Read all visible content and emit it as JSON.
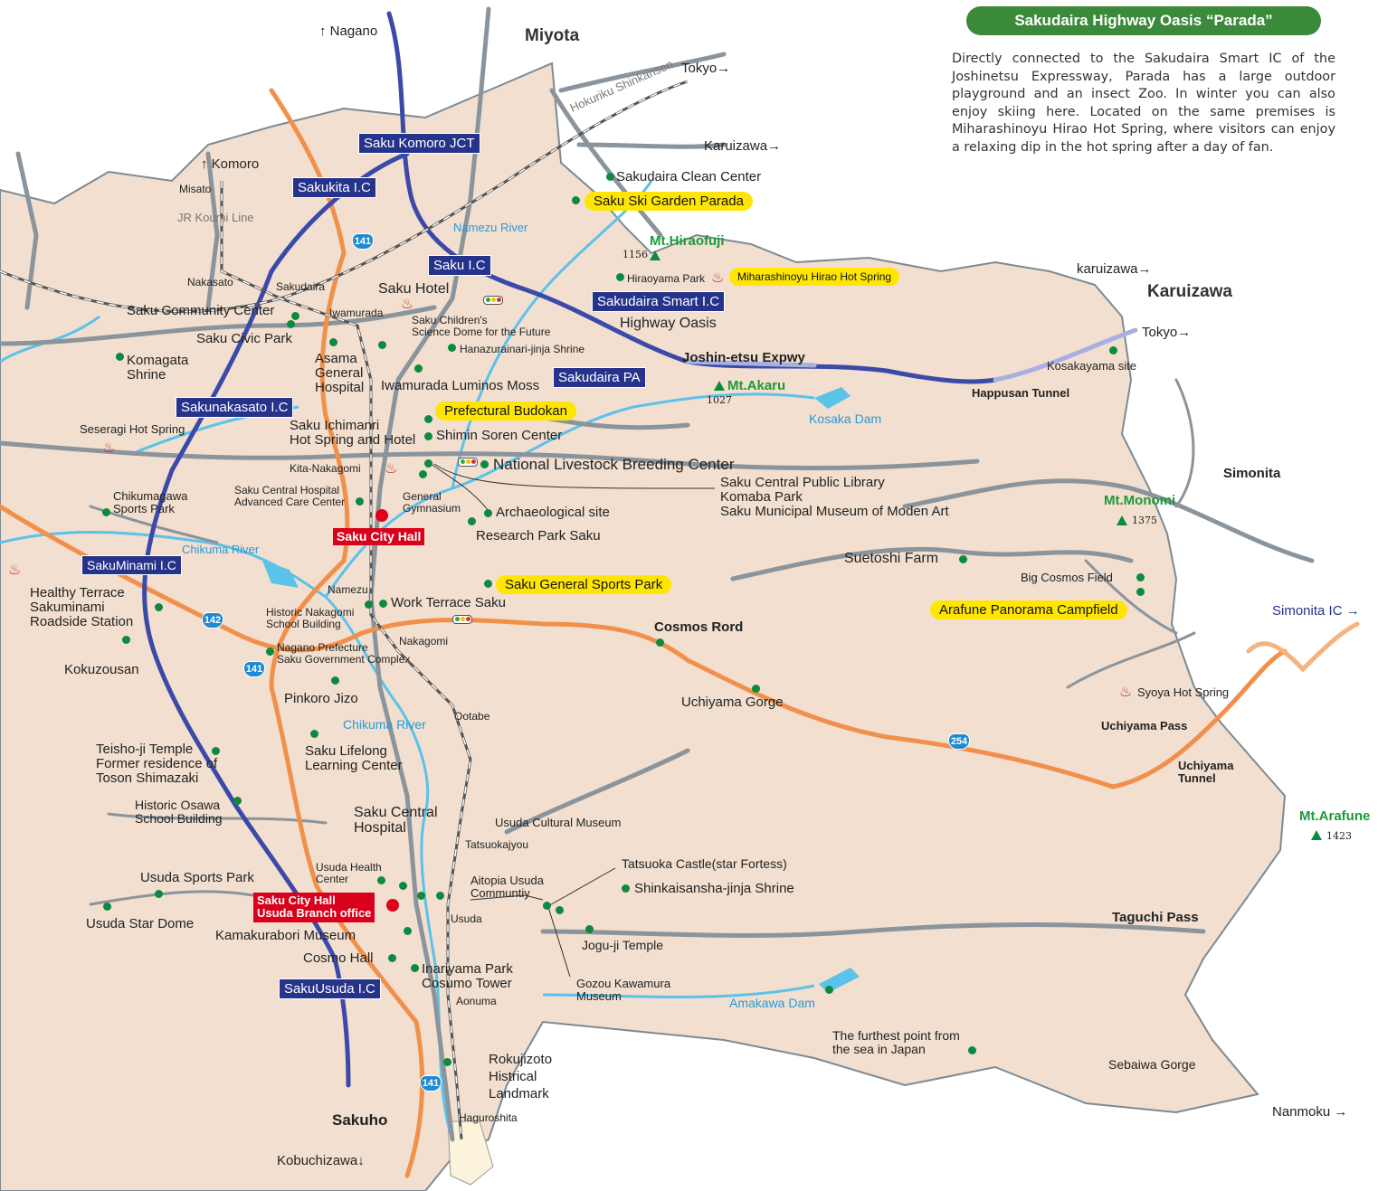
{
  "colors": {
    "land": "#f2dfcf",
    "river": "#5bc2ea",
    "road_major": "#8a949c",
    "national_route": "#f0904a",
    "expressway": "#3b4aa8",
    "ic_box": "#26338a",
    "highlight": "#ffe600",
    "poi_dot": "#0c8a3e",
    "city_hall": "#d9001b",
    "banner": "#3b8a3b"
  },
  "info_box": {
    "title": "Sakudaira Highway Oasis “Parada”",
    "text": "Directly connected to the Sakudaira Smart IC of the Joshinetsu Expressway, Parada has a large outdoor playground and an insect Zoo. In winter you can also enjoy skiing here. Located on the same premises is Miharashinoyu Hirao Hot Spring, where visitors can enjoy a relaxing dip in the hot spring after a day of fan."
  },
  "regions": {
    "miyota": "Miyota",
    "karuizawa": "Karuizawa",
    "simonita": "Simonita",
    "sakuho": "Sakuho"
  },
  "directions": {
    "nagano": "↑ Nagano",
    "komoro": "↑ Komoro",
    "tokyo1": "Tokyo→",
    "karuizawa1": "Karuizawa→",
    "karuizawa2": "karuizawa→",
    "tokyo2": "Tokyo→",
    "simonita_ic": "Simonita IC →",
    "nanmoku": "Nanmoku →",
    "kobuchizawa": "Kobuchizawa↓"
  },
  "rail": {
    "hokuriku": "Hokuriku Shinkansen",
    "koumi": "JR Koumi Line"
  },
  "stations": {
    "misato": "Misato",
    "nakasato": "Nakasato",
    "sakudaira": "Sakudaira",
    "iwamurada": "Iwamurada",
    "kita_nakagomi": "Kita-Nakagomi",
    "namezu": "Namezu",
    "nakagomi": "Nakagomi",
    "otabe": "Ootabe",
    "tatsuokajyou": "Tatsuokajyou",
    "usuda": "Usuda",
    "aonuma": "Aonuma",
    "haguroshita": "Haguroshita"
  },
  "interchanges": {
    "komoro_jct": "Saku Komoro JCT",
    "sakukita": "Sakukita I.C",
    "saku_ic": "Saku I.C",
    "smart_ic": "Sakudaira Smart I.C",
    "pa": "Sakudaira PA",
    "sakunakasato": "Sakunakasato I.C",
    "sakuminami": "SakuMinami I.C",
    "usuda_ic": "SakuUsuda I.C"
  },
  "roads": {
    "joshinetsu": "Joshin-etsu Expwy",
    "happusan": "Happusan Tunnel",
    "cosmos": "Cosmos Rord",
    "uchiyama_pass": "Uchiyama Pass",
    "uchiyama_tunnel": "Uchiyama\nTunnel",
    "taguchi_pass": "Taguchi Pass",
    "route141": "141",
    "route142": "142",
    "route254": "254"
  },
  "water": {
    "namezu_river": "Namezu River",
    "chikuma_river1": "Chikuma River",
    "chikuma_river2": "Chikuma River",
    "kosaka_dam": "Kosaka Dam",
    "amakawa_dam": "Amakawa Dam"
  },
  "mountains": {
    "hiraofuji": "Mt.Hiraofuji",
    "hiraofuji_elev": "1156",
    "akaru": "Mt.Akaru",
    "akaru_elev": "1027",
    "monomi": "Mt.Monomi",
    "monomi_elev": "1375",
    "arafune": "Mt.Arafune",
    "arafune_elev": "1423"
  },
  "highlights": {
    "ski_garden": "Saku Ski Garden Parada",
    "miharashi": "Miharashinoyu Hirao Hot Spring",
    "budokan": "Prefectural Budokan",
    "sports_park": "Saku General Sports Park",
    "arafune_camp": "Arafune Panorama Campfield"
  },
  "city_halls": {
    "main": "Saku City Hall",
    "usuda_1": "Saku City Hall",
    "usuda_2": "Usuda Branch office"
  },
  "pois": {
    "clean_center": "Sakudaira Clean Center",
    "hiraoyama": "Hiraoyama Park",
    "highway_oasis": "Highway Oasis",
    "saku_hotel": "Saku Hotel",
    "community_center": "Saku Community Center",
    "civic_park": "Saku Civic Park",
    "childrens_dome": "Saku Children's\nScience Dome for the Future",
    "hanazurainari": "Hanazurainari-jinja Shrine",
    "komagata": "Komagata\nShrine",
    "asama": "Asama\nGeneral\nHospital",
    "luminos": "Iwamurada Luminos Moss",
    "seseragi": "Seseragi Hot Spring",
    "ichimanri": "Saku Ichimanri\nHot Spring and Hotel",
    "shimin_soren": "Shimin Soren Center",
    "livestock": "National Livestock Breeding Center",
    "library": "Saku Central Public Library\nKomaba Park\nSaku Municipal Museum of Moden Art",
    "chikumagawa": "Chikumagawa\nSports Park",
    "advanced_care": "Saku Central Hospital\nAdvanced Care Center",
    "gymnasium": "General\nGymnasium",
    "archaeological": "Archaeological site",
    "research_park": "Research Park Saku",
    "kosakayama": "Kosakayama site",
    "suetoshi": "Suetoshi Farm",
    "big_cosmos": "Big Cosmos Field",
    "healthy_terrace": "Healthy Terrace\nSakuminami\nRoadside Station",
    "nakagomi_school": "Historic Nakagomi\nSchool Building",
    "work_terrace": "Work Terrace Saku",
    "kokuzousan": "Kokuzousan",
    "gov_complex": "Nagano Prefecture\nSaku Government Complex",
    "pinkoro": "Pinkoro Jizo",
    "uchiyama_gorge": "Uchiyama Gorge",
    "syoya": "Syoya Hot Spring",
    "teisho": "Teisho-ji Temple\nFormer residence of\nToson Shimazaki",
    "lifelong": "Saku Lifelong\nLearning Center",
    "osawa": "Historic Osawa\nSchool Building",
    "central_hospital": "Saku Central\nHospital",
    "usuda_museum": "Usuda Cultural Museum",
    "tatsuoka": "Tatsuoka Castle(star Fortess)",
    "shinkaisansha": "Shinkaisansha-jinja Shrine",
    "usuda_sports": "Usuda Sports Park",
    "usuda_health": "Usuda Health\nCenter",
    "aitopia": "Aitopia Usuda\nCommuntiy",
    "usuda_dome": "Usuda Star Dome",
    "kamakurabori": "Kamakurabori Museum",
    "cosmo_hall": "Cosmo Hall",
    "inariyama": "Inariyama Park\nCosumo Tower",
    "jogu": "Jogu-ji Temple",
    "gozou": "Gozou Kawamura\nMuseum",
    "furthest": "The furthest point from\nthe sea in Japan",
    "sebaiwa": "Sebaiwa Gorge",
    "rokujizoto": "Rokujizoto\nHistrical\nLandmark"
  },
  "icons": {
    "onsen": "♨",
    "mountain": "triangle-icon"
  }
}
